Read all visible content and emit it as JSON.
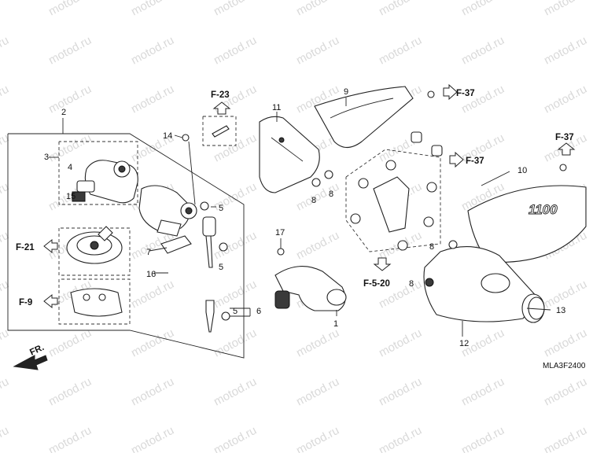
{
  "diagram": {
    "code": "MLA3F2400",
    "emblem": "1100",
    "front_label": "FR.",
    "watermark": "motod.ru"
  },
  "part_numbers": [
    "1",
    "2",
    "3",
    "4",
    "5",
    "5",
    "5",
    "6",
    "7",
    "8",
    "8",
    "8",
    "8",
    "9",
    "10",
    "11",
    "12",
    "13",
    "14",
    "15",
    "16",
    "17"
  ],
  "references": [
    "F-23",
    "F-37",
    "F-37",
    "F-37",
    "F-21",
    "F-9",
    "F-5-20"
  ]
}
